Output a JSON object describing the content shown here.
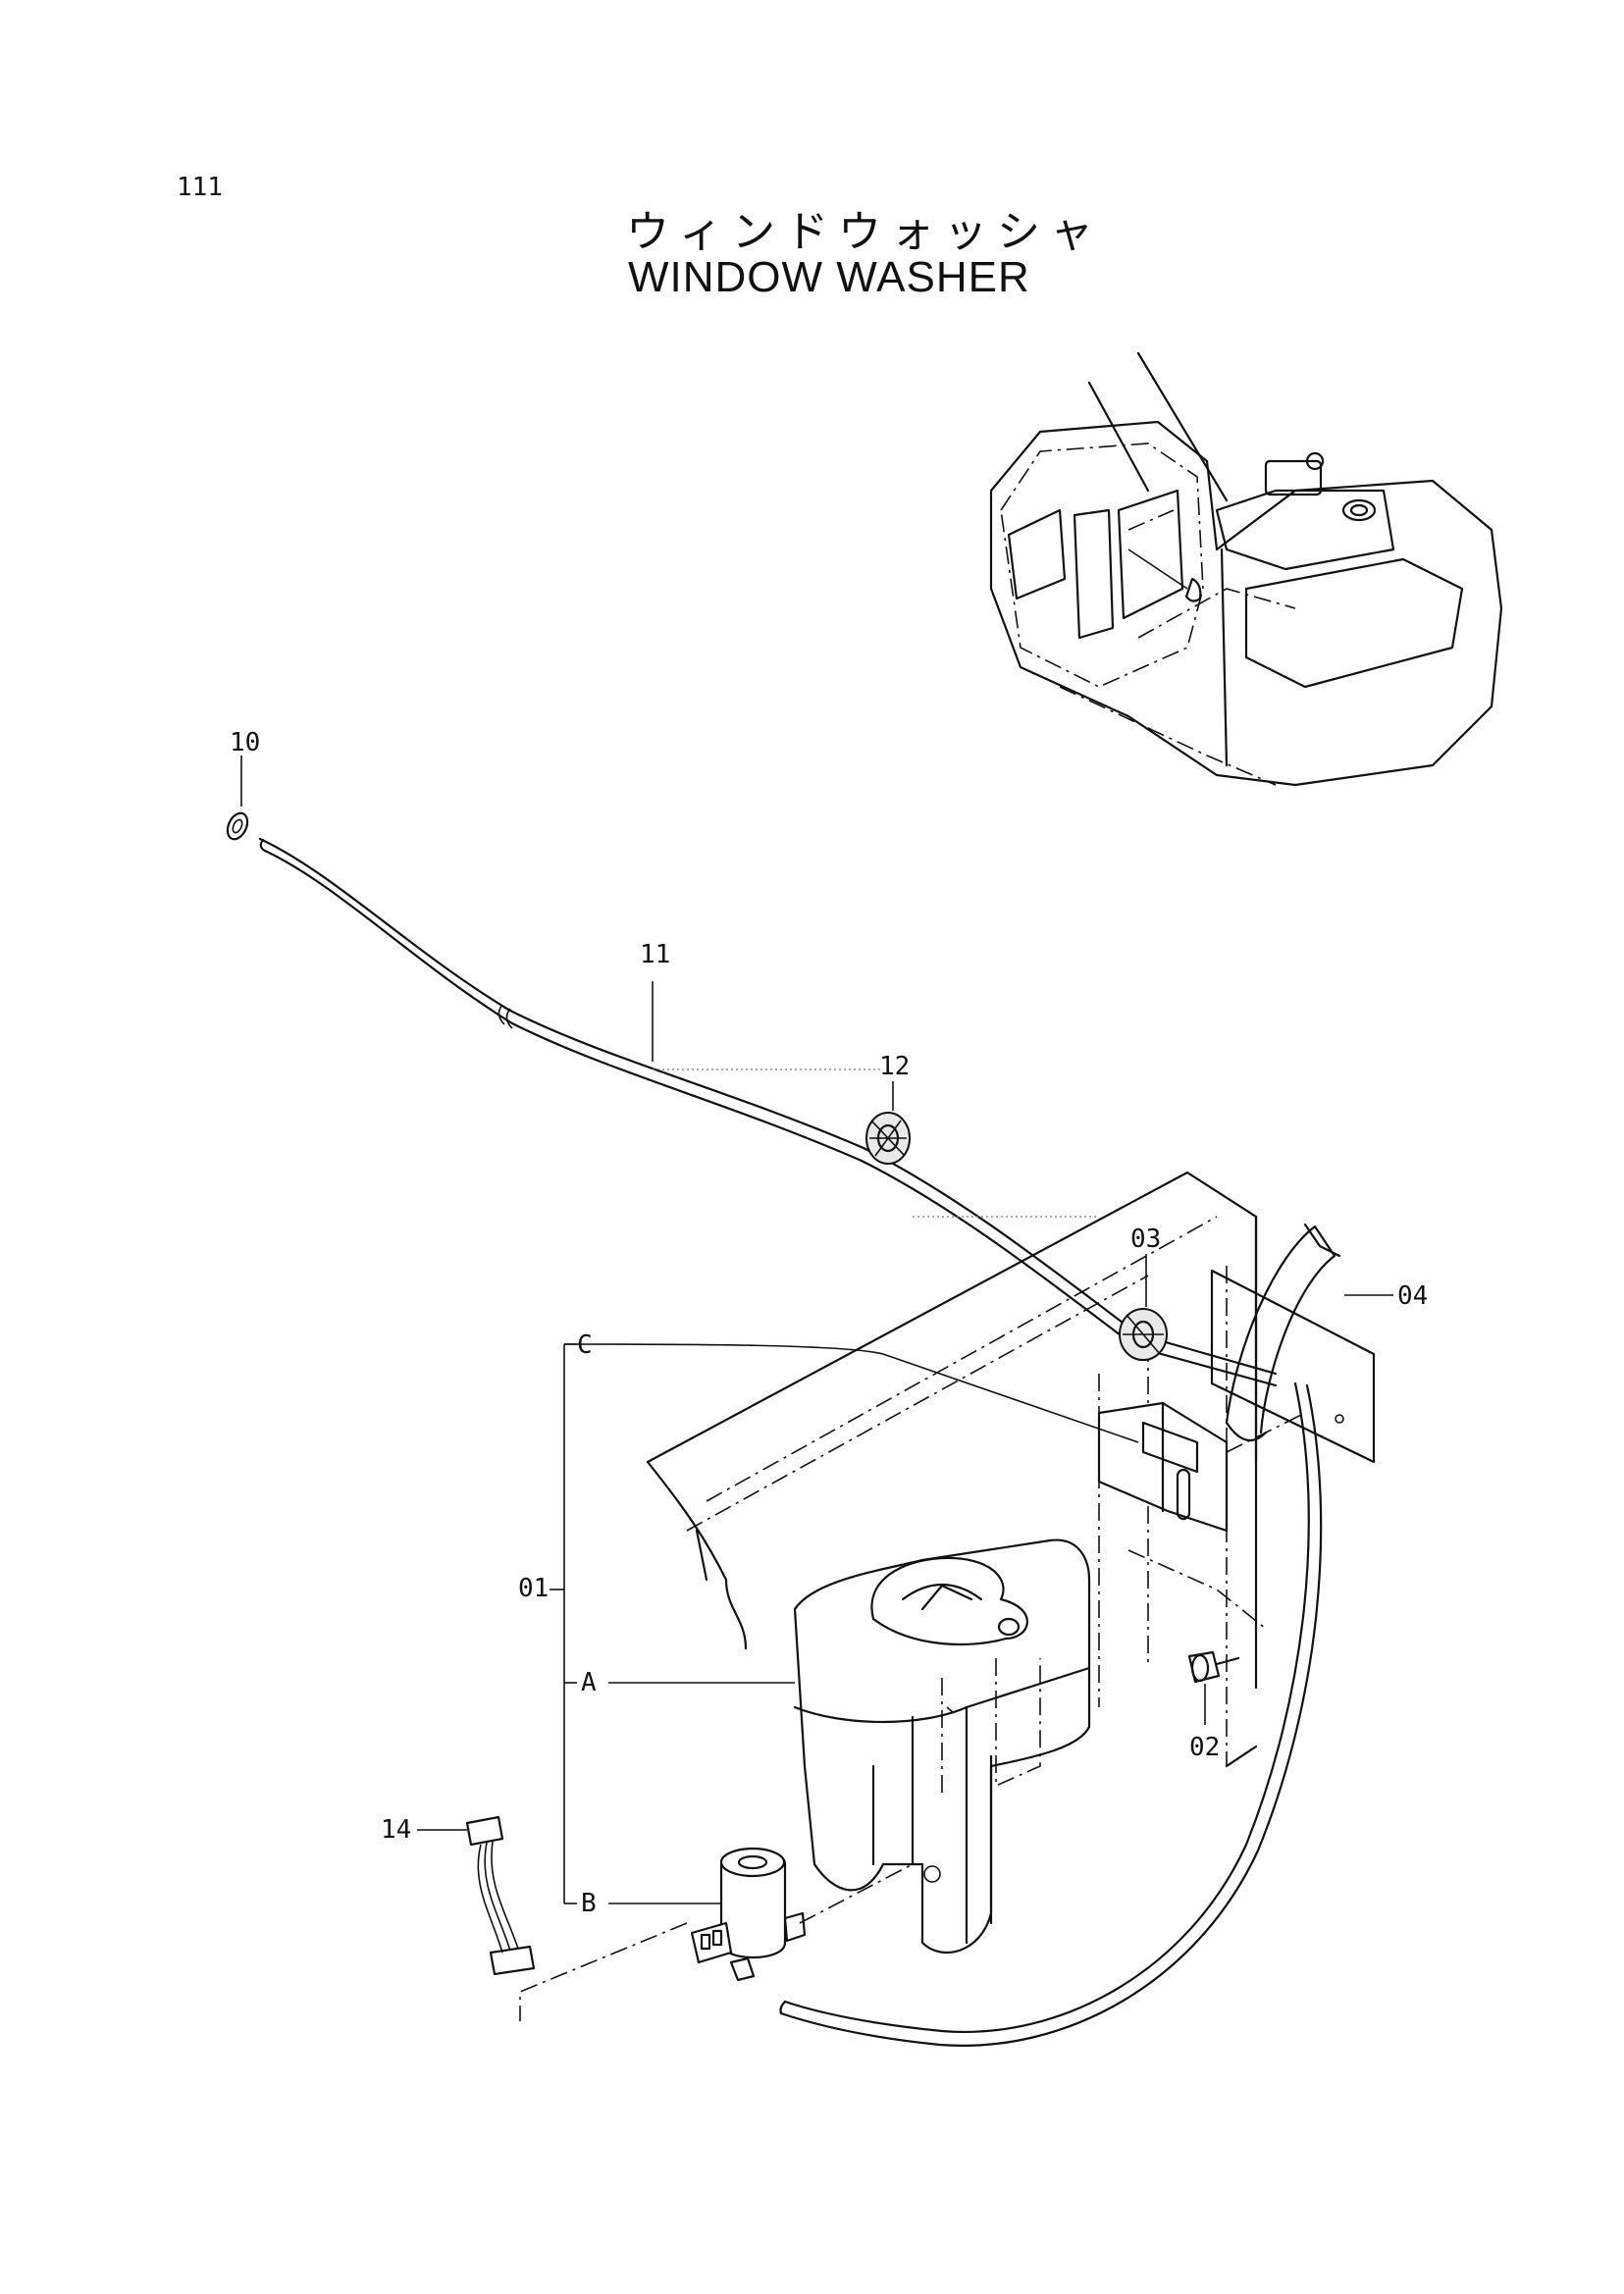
{
  "page_number": "111",
  "title_japanese": "ウィンドウォッシャ",
  "title_english": "WINDOW  WASHER",
  "callouts": {
    "c01": "01",
    "c02": "02",
    "c03": "03",
    "c04": "04",
    "c10": "10",
    "c11": "11",
    "c12": "12",
    "c14": "14",
    "a": "A",
    "b": "B",
    "c": "C"
  }
}
